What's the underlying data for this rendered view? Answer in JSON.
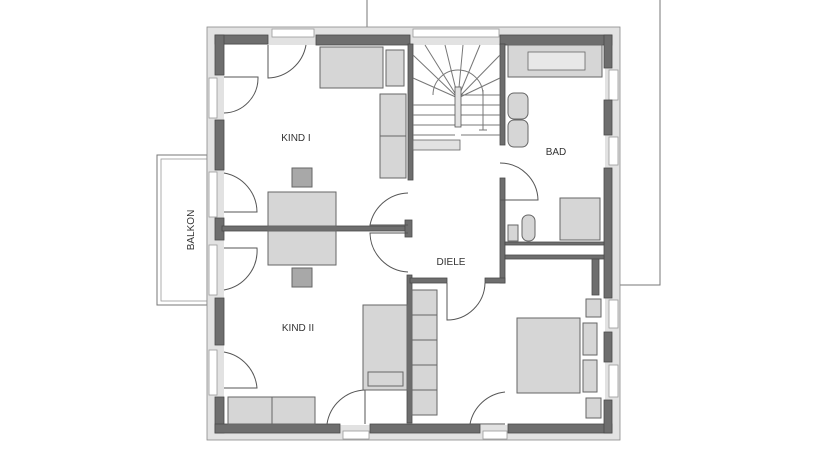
{
  "rooms": {
    "kind1": "KIND I",
    "kind2": "KIND II",
    "bad": "BAD",
    "diele": "DIELE",
    "balkon": "BALKON"
  },
  "colors": {
    "wall": "#6e6e6e",
    "furniture": "#d6d6d6",
    "outline": "#8a8a8a"
  }
}
